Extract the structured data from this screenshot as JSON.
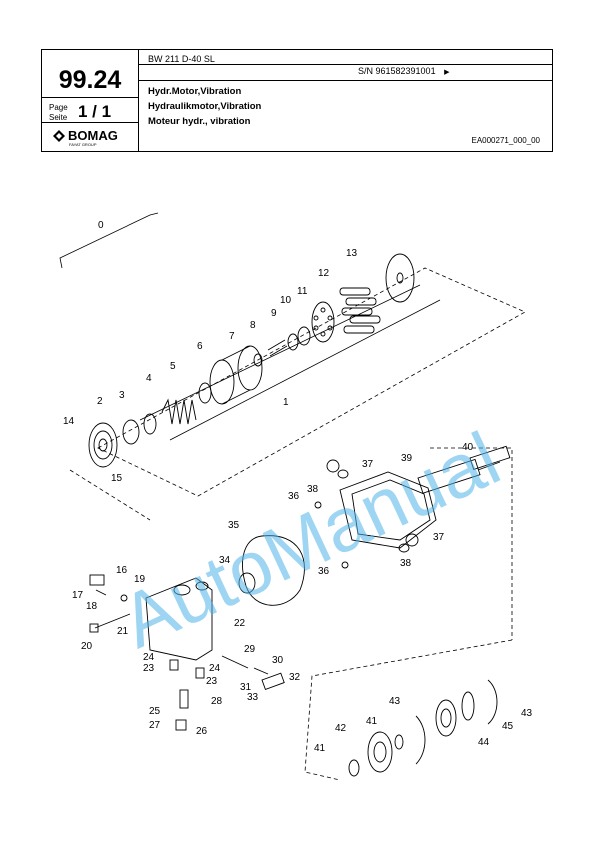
{
  "header": {
    "page_number": "99.24",
    "page_label_en": "Page",
    "page_label_de": "Seite",
    "page_value": "1 / 1",
    "logo_text": "BOMAG",
    "logo_subtext": "FAYAT GROUP",
    "model": "BW 211 D-40 SL",
    "serial": "S/N 961582391001",
    "serial_arrow": "▶",
    "title_en": "Hydr.Motor,Vibration",
    "title_de": "Hydraulikmotor,Vibration",
    "title_fr": "Moteur hydr., vibration",
    "doc_id": "EA000271_000_00"
  },
  "watermark": "AutoManual",
  "callouts": [
    "0",
    "1",
    "2",
    "3",
    "4",
    "5",
    "6",
    "7",
    "8",
    "9",
    "10",
    "11",
    "12",
    "13",
    "14",
    "15",
    "16",
    "17",
    "18",
    "19",
    "20",
    "21",
    "22",
    "23",
    "23",
    "24",
    "24",
    "25",
    "26",
    "27",
    "28",
    "29",
    "30",
    "31",
    "32",
    "33",
    "34",
    "35",
    "36",
    "36",
    "37",
    "37",
    "38",
    "38",
    "39",
    "40",
    "41",
    "41",
    "42",
    "43",
    "43",
    "44",
    "45"
  ]
}
